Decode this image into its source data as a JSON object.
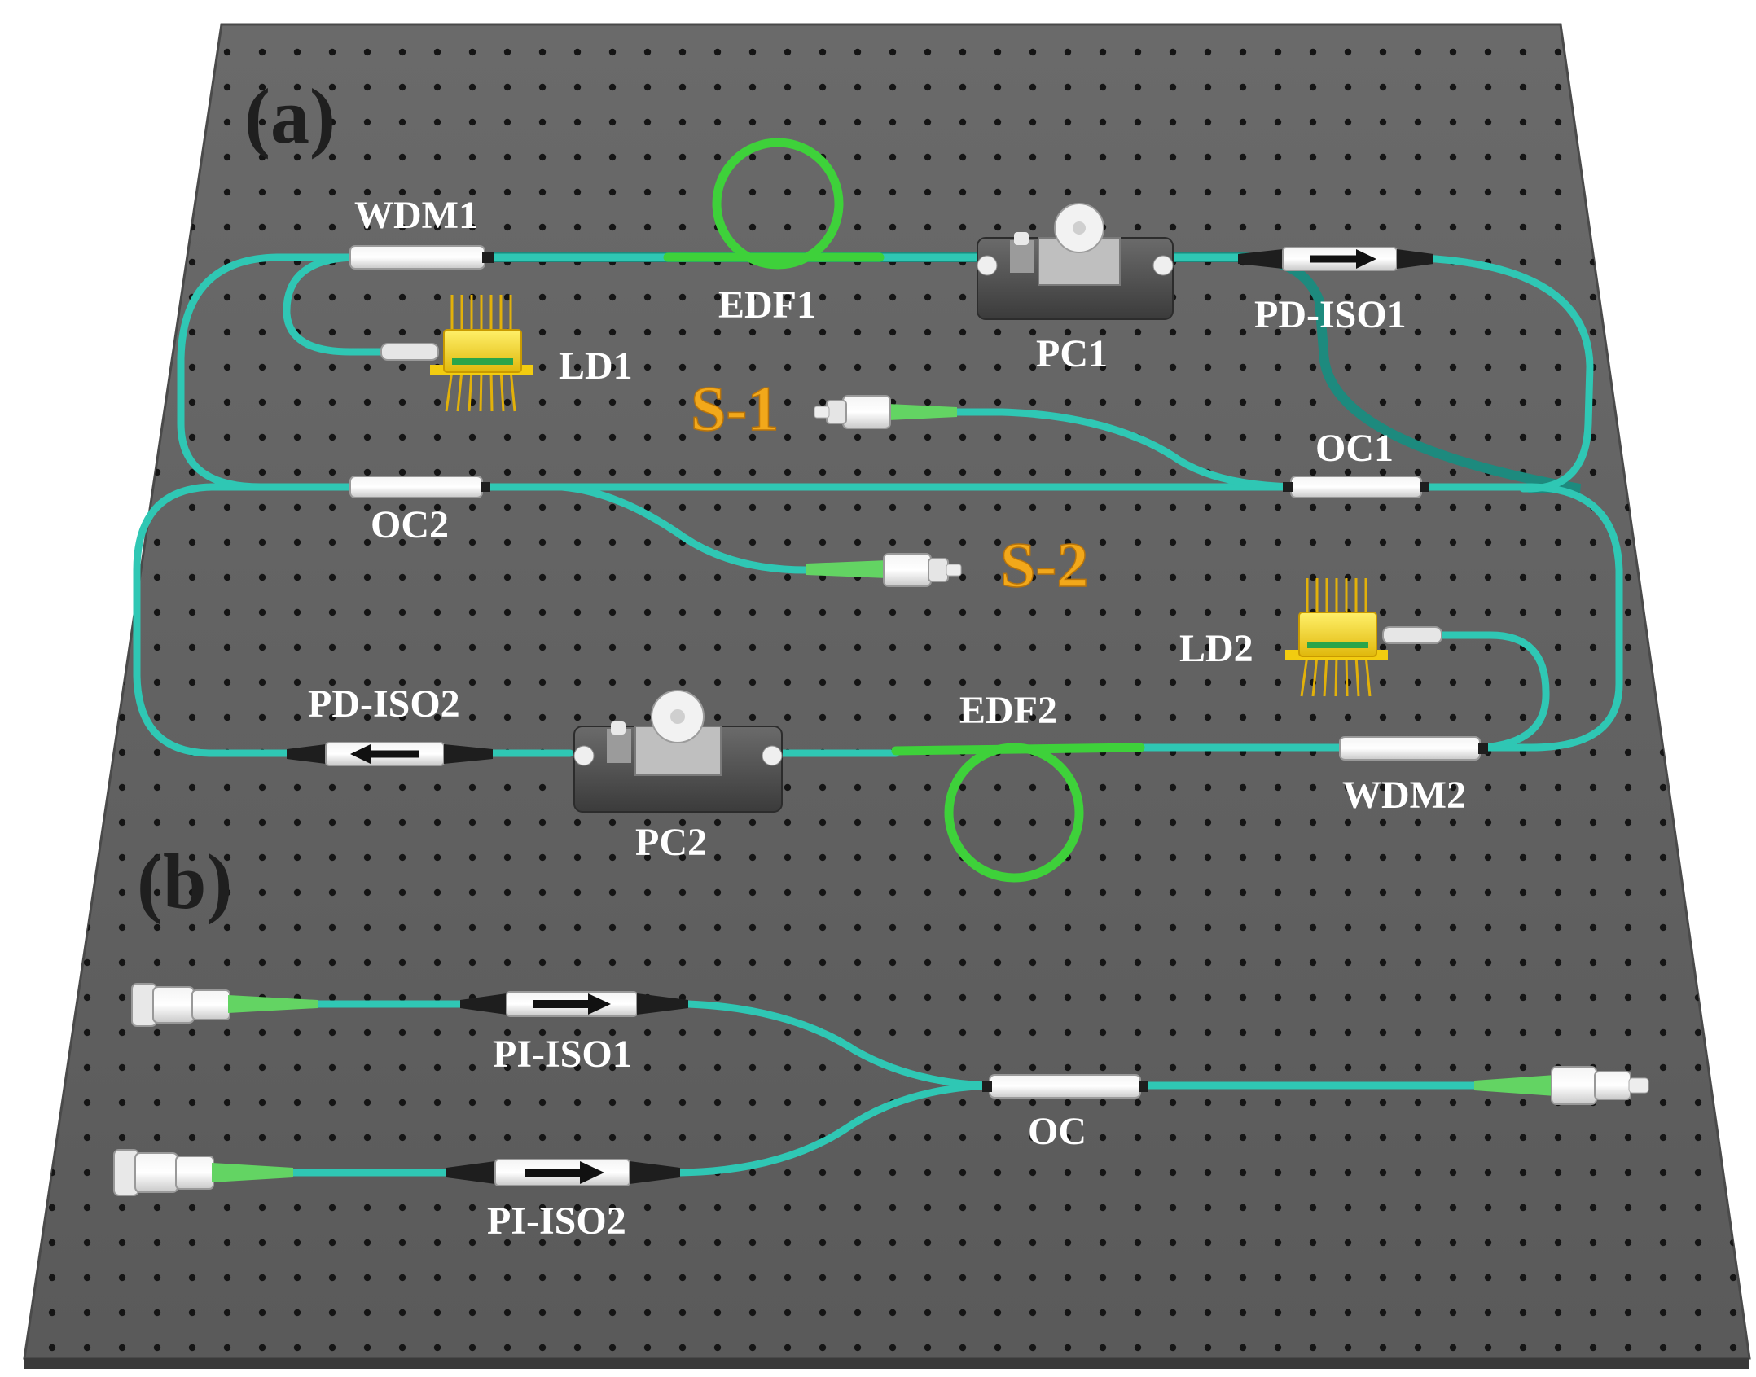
{
  "panels": {
    "a": "(a)",
    "b": "(b)"
  },
  "components": {
    "wdm1": "WDM1",
    "edf1": "EDF1",
    "pc1": "PC1",
    "pd_iso1": "PD-ISO1",
    "ld1": "LD1",
    "oc1": "OC1",
    "oc2": "OC2",
    "ld2": "LD2",
    "pd_iso2": "PD-ISO2",
    "edf2": "EDF2",
    "pc2": "PC2",
    "wdm2": "WDM2",
    "pi_iso1": "PI-ISO1",
    "pi_iso2": "PI-ISO2",
    "oc": "OC"
  },
  "signals": {
    "s1": "S-1",
    "s2": "S-2"
  },
  "colors": {
    "board": "#5e5e5e",
    "fiber": "#2fc7b4",
    "edf": "#3ed13a",
    "signal_label": "#f2a81a",
    "laser_diode": "#f5d215"
  }
}
